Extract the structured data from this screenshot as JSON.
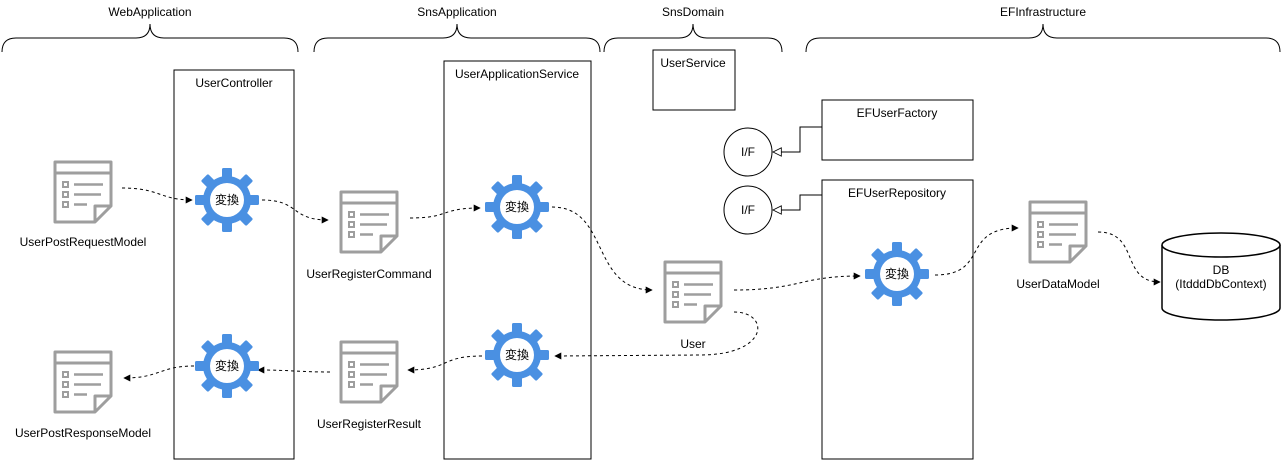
{
  "colors": {
    "gear": "#4a90e2",
    "doc_stroke": "#9e9e9e",
    "line": "#000000",
    "background": "#ffffff"
  },
  "groups": [
    {
      "name": "WebApplication"
    },
    {
      "name": "SnsApplication"
    },
    {
      "name": "SnsDomain"
    },
    {
      "name": "EFInfrastructure"
    }
  ],
  "boxes": {
    "user_controller": "UserController",
    "user_application_service": "UserApplicationService",
    "user_service": "UserService",
    "ef_user_factory": "EFUserFactory",
    "ef_user_repository": "EFUserRepository"
  },
  "interfaces": [
    {
      "label": "I/F"
    },
    {
      "label": "I/F"
    }
  ],
  "documents": {
    "user_post_request_model": "UserPostRequestModel",
    "user_post_response_model": "UserPostResponseModel",
    "user_register_command": "UserRegisterCommand",
    "user_register_result": "UserRegisterResult",
    "user": "User",
    "user_data_model": "UserDataModel"
  },
  "gear_label": "変換",
  "database": {
    "line1": "DB",
    "line2": "(ItdddDbContext)"
  }
}
